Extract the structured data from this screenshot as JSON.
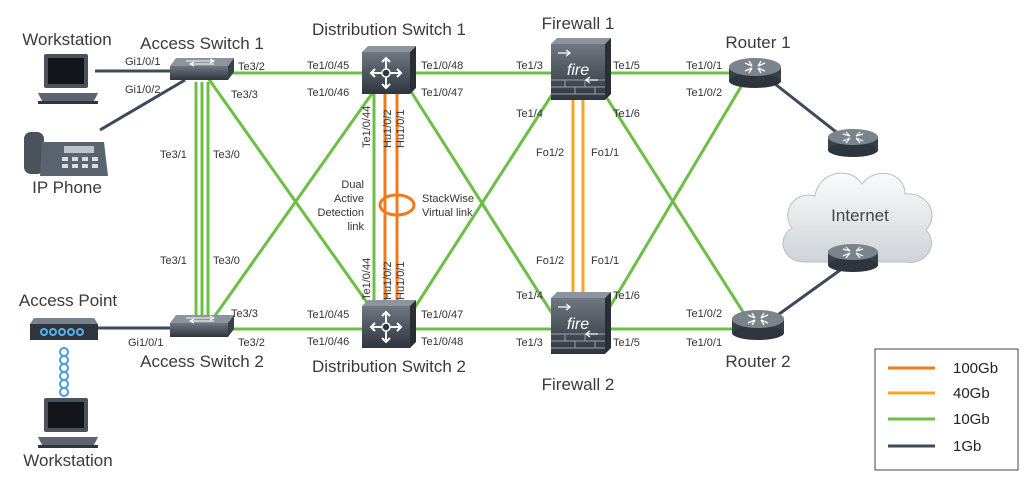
{
  "colors": {
    "g100": "#f07a1c",
    "g40": "#f5a623",
    "g10": "#6cbf45",
    "g1": "#3d4a5c"
  },
  "nodes": {
    "workstation_1": "Workstation",
    "ip_phone": "IP Phone",
    "access_point": "Access Point",
    "workstation_2": "Workstation",
    "access_switch_1": "Access Switch 1",
    "access_switch_2": "Access Switch 2",
    "dist_switch_1": "Distribution Switch 1",
    "dist_switch_2": "Distribution Switch 2",
    "firewall_1": "Firewall 1",
    "firewall_2": "Firewall 2",
    "router_1": "Router 1",
    "router_2": "Router 2",
    "internet": "Internet",
    "fw_logo": "fire"
  },
  "ports": {
    "as1_gi1": "Gi1/0/1",
    "as1_gi2": "Gi1/0/2",
    "as1_te32": "Te3/2",
    "as1_te33": "Te3/3",
    "as1_te31": "Te3/1",
    "as1_te30": "Te3/0",
    "as2_te31": "Te3/1",
    "as2_te30": "Te3/0",
    "as2_te33": "Te3/3",
    "as2_te32": "Te3/2",
    "as2_gi1": "Gi1/0/1",
    "ds1_te45": "Te1/0/45",
    "ds1_te46": "Te1/0/46",
    "ds1_te48": "Te1/0/48",
    "ds1_te47": "Te1/0/47",
    "ds1_te44": "Te1/0/44",
    "ds1_hu2": "Hu1/0/2",
    "ds1_hu1": "Hu1/0/1",
    "ds2_te44": "Te1/0/44",
    "ds2_hu2": "Hu1/0/2",
    "ds2_hu1": "Hu1/0/1",
    "ds2_te45": "Te1/0/45",
    "ds2_te46": "Te1/0/46",
    "ds2_te47": "Te1/0/47",
    "ds2_te48": "Te1/0/48",
    "fw1_te13": "Te1/3",
    "fw1_te14": "Te1/4",
    "fw1_te15": "Te1/5",
    "fw1_te16": "Te1/6",
    "fw1_fo12": "Fo1/2",
    "fw1_fo11": "Fo1/1",
    "fw2_fo12": "Fo1/2",
    "fw2_fo11": "Fo1/1",
    "fw2_te14": "Te1/4",
    "fw2_te16": "Te1/6",
    "fw2_te13": "Te1/3",
    "fw2_te15": "Te1/5",
    "r1_te1": "Te1/0/1",
    "r1_te2": "Te1/0/2",
    "r2_te2": "Te1/0/2",
    "r2_te1": "Te1/0/1"
  },
  "annotations": {
    "dad_line1": "Dual",
    "dad_line2": "Active",
    "dad_line3": "Detection",
    "dad_line4": "link",
    "svl_line1": "StackWise",
    "svl_line2": "Virtual link"
  },
  "legend": [
    {
      "label": "100Gb",
      "color": "#f07a1c"
    },
    {
      "label": "40Gb",
      "color": "#f5a623"
    },
    {
      "label": "10Gb",
      "color": "#6cbf45"
    },
    {
      "label": "1Gb",
      "color": "#3d4a5c"
    }
  ]
}
